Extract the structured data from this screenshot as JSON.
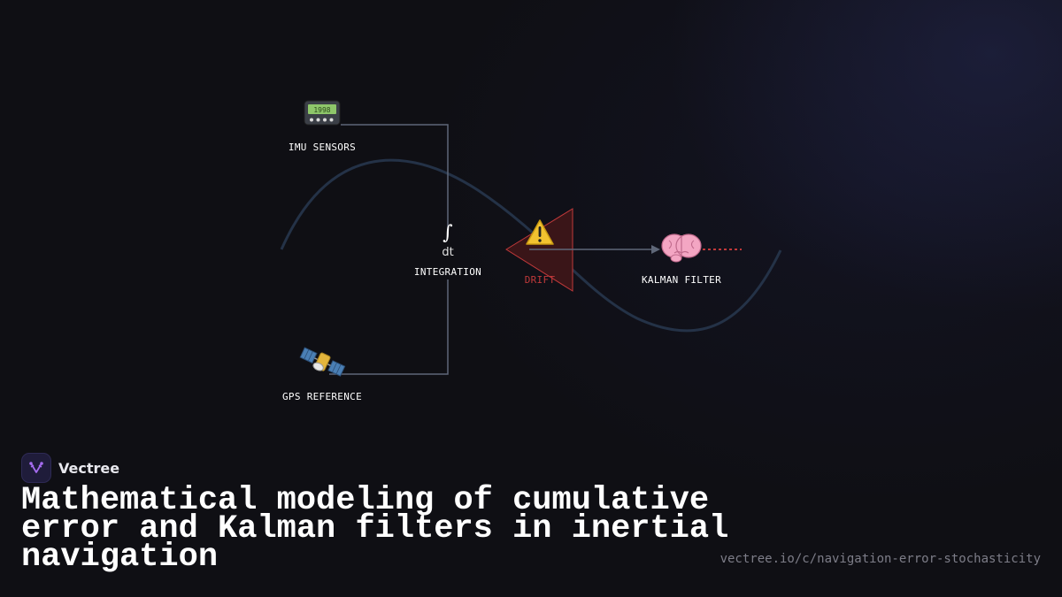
{
  "diagram": {
    "nodes": {
      "imu": {
        "icon": "pager-icon",
        "label": "IMU SENSORS"
      },
      "gps": {
        "icon": "satellite-icon",
        "label": "GPS REFERENCE"
      },
      "integration": {
        "icon": "integral-icon",
        "label": "INTEGRATION"
      },
      "drift": {
        "icon": "warning-icon",
        "label": "DRIFT"
      },
      "kalman": {
        "icon": "brain-icon",
        "label": "KALMAN FILTER"
      }
    },
    "colors": {
      "connector": "#5f6778",
      "wave": "#243247",
      "drift_accent": "#c0393a",
      "drift_fill": "#3a1518",
      "label": "#ffffff"
    }
  },
  "footer": {
    "brand_name": "Vectree",
    "title": "Mathematical modeling of cumulative error and Kalman filters in inertial navigation",
    "url": "vectree.io/c/navigation-error-stochasticity",
    "accent": "#a66cf0"
  }
}
